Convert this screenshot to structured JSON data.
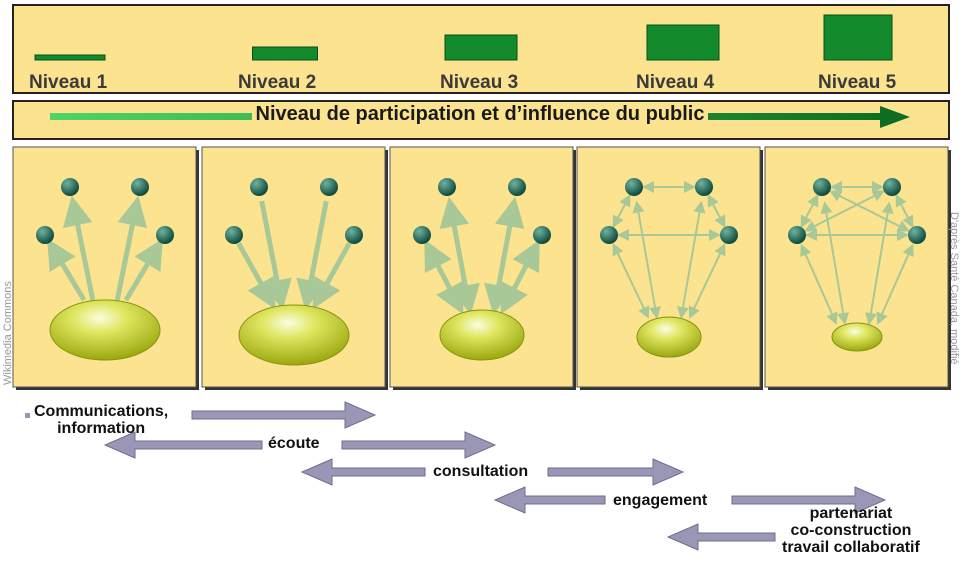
{
  "levels": [
    "Niveau 1",
    "Niveau 2",
    "Niveau 3",
    "Niveau 4",
    "Niveau 5"
  ],
  "axis_title": "Niveau de participation et d’influence du public",
  "credit_left": "Wikimedia Commons",
  "credit_right": "D'après Santé Canada, modifié",
  "stages": [
    "Communications, information",
    "écoute",
    "consultation",
    "engagement",
    "partenariat co-construction travail collaboratif"
  ],
  "stage_lines": {
    "s0": [
      "Communications,",
      "information"
    ],
    "s4": [
      "partenariat",
      "co-construction",
      "travail collaboratif"
    ]
  },
  "colors": {
    "panel": "#fbe38f",
    "green": "#138a2c",
    "light_green": "#4fd465",
    "node": "#1d6b5a",
    "arrow": "#a8c898",
    "stage_arrow": "#9a97b6",
    "blob": "#c7d52a"
  }
}
